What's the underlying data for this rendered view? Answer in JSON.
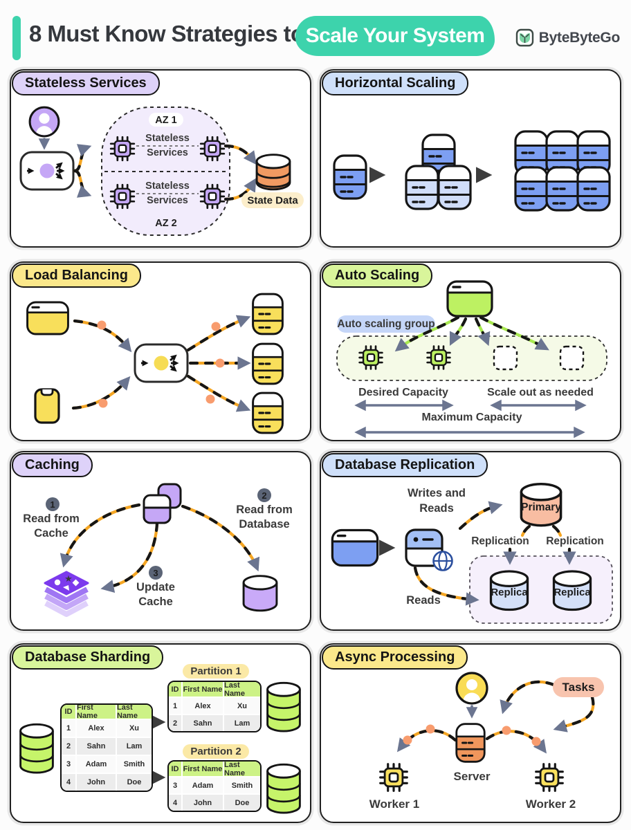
{
  "header": {
    "title_prefix": "8 Must Know Strategies to",
    "title_highlight": "Scale Your System",
    "logo_text": "ByteByteGo"
  },
  "colors": {
    "brand_teal": "#3DD3AC",
    "badge_purple": "#DED2F9",
    "badge_blue": "#CFE0FA",
    "badge_yellow": "#FBE88B",
    "badge_green": "#D9F59B",
    "icon_purple": "#C5A7F6",
    "icon_blue": "#7D9FF2",
    "icon_yellow": "#F8DF5B",
    "icon_green": "#BDF162",
    "icon_orange": "#F09A62",
    "salmon": "#F8BDA2",
    "path_orange": "#F5A623",
    "arrow_slate": "#6B7590"
  },
  "panels": {
    "stateless": {
      "title": "Stateless Services",
      "az1": "AZ 1",
      "az2": "AZ 2",
      "service_lines": [
        "Stateless",
        "Services"
      ],
      "state_data": "State Data"
    },
    "horizontal": {
      "title": "Horizontal Scaling"
    },
    "load_balancing": {
      "title": "Load Balancing"
    },
    "auto_scaling": {
      "title": "Auto Scaling",
      "group": "Auto scaling group",
      "desired": "Desired Capacity",
      "scale_out": "Scale out as needed",
      "maximum": "Maximum Capacity"
    },
    "caching": {
      "title": "Caching",
      "steps": [
        {
          "num": "1",
          "lines": [
            "Read from",
            "Cache"
          ]
        },
        {
          "num": "2",
          "lines": [
            "Read from",
            "Database"
          ]
        },
        {
          "num": "3",
          "lines": [
            "Update",
            "Cache"
          ]
        }
      ]
    },
    "replication": {
      "title": "Database Replication",
      "writes_reads": [
        "Writes and",
        "Reads"
      ],
      "replication_left": "Replication",
      "replication_right": "Replication",
      "reads": "Reads",
      "primary": "Primary",
      "replica1": "Replica",
      "replica2": "Replica"
    },
    "sharding": {
      "title": "Database Sharding",
      "headers": [
        "ID",
        "First Name",
        "Last Name"
      ],
      "main_rows": [
        [
          "1",
          "Alex",
          "Xu"
        ],
        [
          "2",
          "Sahn",
          "Lam"
        ],
        [
          "3",
          "Adam",
          "Smith"
        ],
        [
          "4",
          "John",
          "Doe"
        ]
      ],
      "partition1": {
        "label": "Partition 1",
        "rows": [
          [
            "1",
            "Alex",
            "Xu"
          ],
          [
            "2",
            "Sahn",
            "Lam"
          ]
        ]
      },
      "partition2": {
        "label": "Partition 2",
        "rows": [
          [
            "3",
            "Adam",
            "Smith"
          ],
          [
            "4",
            "John",
            "Doe"
          ]
        ]
      }
    },
    "async": {
      "title": "Async Processing",
      "tasks": "Tasks",
      "server": "Server",
      "worker1": "Worker 1",
      "worker2": "Worker 2"
    }
  }
}
